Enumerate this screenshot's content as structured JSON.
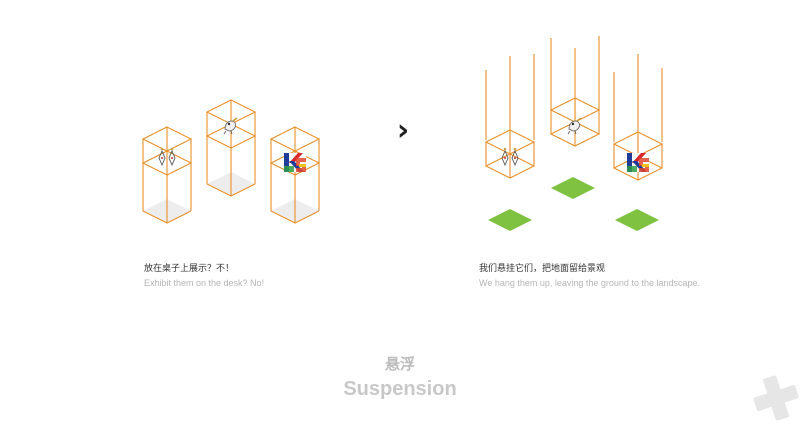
{
  "panels": {
    "left": {
      "caption_zh": "放在桌子上展示？不！",
      "caption_en": "Exhibit them on the desk? No!"
    },
    "right": {
      "caption_zh": "我们悬挂它们，把地面留给景观",
      "caption_en": "We hang them up, leaving the ground to the landscape."
    }
  },
  "arrow": "›",
  "title": {
    "zh": "悬浮",
    "en": "Suspension"
  },
  "colors": {
    "frame": "#e8912a",
    "floor": "#d9d9d9",
    "landscape": "#7fc241",
    "watermark": "#e6e6e6"
  },
  "icons": [
    "earrings-icon",
    "bird-figure-icon",
    "ks-logo-icon",
    "plus-watermark-icon"
  ]
}
